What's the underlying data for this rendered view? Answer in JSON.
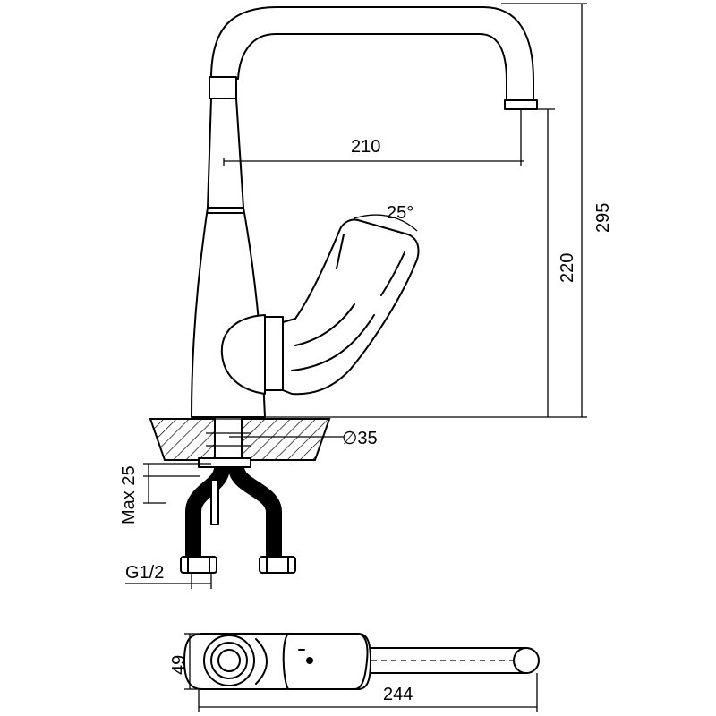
{
  "dimensions": {
    "reach": "210",
    "total_height": "295",
    "spout_height": "220",
    "lever_angle": "25°",
    "hole_diameter": "∅35",
    "max_thickness": "Max 25",
    "connection": "G1/2",
    "base_width": "49",
    "total_length": "244"
  },
  "colors": {
    "line": "#000000",
    "background": "#ffffff"
  }
}
